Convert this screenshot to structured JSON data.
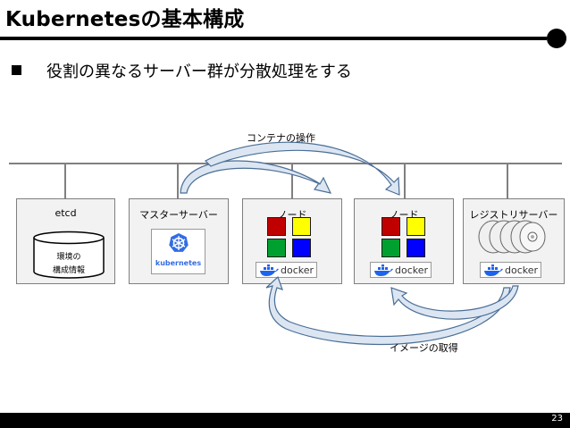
{
  "title": "Kubernetesの基本構成",
  "bullet": "役割の異なるサーバー群が分散処理をする",
  "boxes": {
    "etcd": {
      "label": "etcd",
      "db_line1": "環境の",
      "db_line2": "構成情報"
    },
    "master": {
      "label": "マスターサーバー",
      "logo_text": "kubernetes"
    },
    "node1": {
      "label": "ノード",
      "docker": "docker"
    },
    "node2": {
      "label": "ノード",
      "docker": "docker"
    },
    "registry": {
      "label": "レジストリサーバー",
      "docker": "docker"
    }
  },
  "annotations": {
    "container_ops": "コンテナの操作",
    "image_fetch": "イメージの取得"
  },
  "page_number": "23",
  "colors": {
    "red": "#c00000",
    "yellow": "#ffff00",
    "green": "#00a030",
    "blue": "#0000ff",
    "k8s_blue": "#326ce5",
    "docker_blue": "#1d63ed",
    "arrow_fill": "#dce6f2",
    "arrow_stroke": "#4a6e96"
  }
}
